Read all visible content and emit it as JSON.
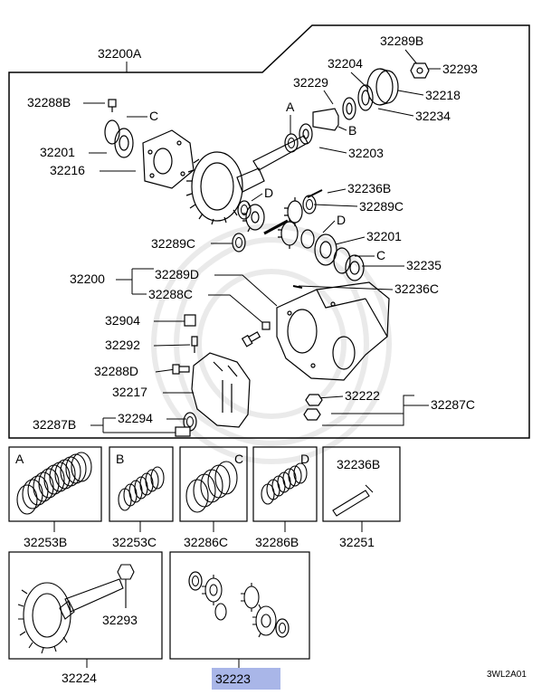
{
  "main_box": {
    "assembly_label": "32200A",
    "labels": {
      "p32289B": "32289B",
      "p32293": "32293",
      "p32204": "32204",
      "p32229": "32229",
      "p32218": "32218",
      "p32288B": "32288B",
      "p32234": "32234",
      "A": "A",
      "C1": "C",
      "B": "B",
      "p32201a": "32201",
      "p32203": "32203",
      "p32216": "32216",
      "p32236B": "32236B",
      "D1": "D",
      "p32289Ca": "32289C",
      "D2": "D",
      "p32289Cb": "32289C",
      "p32201b": "32201",
      "C2": "C",
      "p32235": "32235",
      "p32200": "32200",
      "p32289D": "32289D",
      "p32288C": "32288C",
      "p32236C": "32236C",
      "p32904": "32904",
      "p32292": "32292",
      "p32288D": "32288D",
      "p32222": "32222",
      "p32287C": "32287C",
      "p32217": "32217",
      "p32287B": "32287B",
      "p32294": "32294"
    }
  },
  "kits": [
    {
      "letter": "A",
      "part": "32253B"
    },
    {
      "letter": "B",
      "part": "32253C"
    },
    {
      "letter": "C",
      "part": "32286C"
    },
    {
      "letter": "D",
      "part": "32286B"
    },
    {
      "letter": "",
      "inner_label": "32236B",
      "part": "32251"
    }
  ],
  "bottom_sets": [
    {
      "inner_label": "32293",
      "part": "32224"
    },
    {
      "part": "32223",
      "highlight_color": "#a9b6e8"
    }
  ],
  "diagram_code": "3WL2A01"
}
